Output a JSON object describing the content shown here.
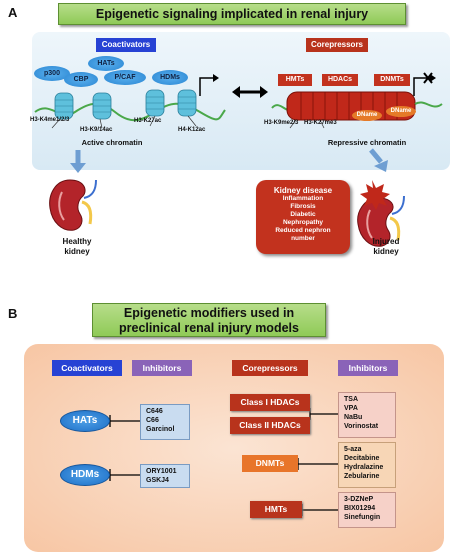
{
  "panel_a": {
    "letter": "A",
    "title": "Epigenetic signaling implicated in renal injury",
    "coactivators_label": "Coactivators",
    "corepressors_label": "Corepressors",
    "coactivator_ellipses": [
      "p300",
      "CBP",
      "HATs",
      "P/CAF",
      "HDMs"
    ],
    "corepressor_boxes": [
      "HMTs",
      "HDACs",
      "DNMTs"
    ],
    "dname_labels": [
      "DName",
      "DName"
    ],
    "active_histones": [
      "H3-K4me1/2/3",
      "H3-K9/14ac",
      "H3-K27ac",
      "H4-K12ac"
    ],
    "repressive_histones": [
      "H3-K9me2/3",
      "H3-K27me3"
    ],
    "active_caption": "Active chromatin",
    "repressive_caption": "Repressive chromatin",
    "healthy_label_line1": "Healthy",
    "healthy_label_line2": "kidney",
    "injured_label_line1": "Injured",
    "injured_label_line2": "kidney",
    "disease_title": "Kidney disease",
    "disease_items": [
      "Inflammation",
      "Fibrosis",
      "Diabetic",
      "Nephropathy",
      "Reduced nephron",
      "number"
    ],
    "colors": {
      "coactivator": "#2742d4",
      "corepressor": "#b8331c",
      "title_green": "#8fca57"
    }
  },
  "panel_b": {
    "letter": "B",
    "title_line1": "Epigenetic modifiers used in",
    "title_line2": "preclinical renal injury models",
    "coactivators_label": "Coactivators",
    "inhibitors_label_left": "Inhibitors",
    "corepressors_label": "Corepressors",
    "inhibitors_label_right": "Inhibitors",
    "hats_label": "HATs",
    "hats_inhibitors": [
      "C646",
      "C66",
      "Garcinol"
    ],
    "hdms_label": "HDMs",
    "hdms_inhibitors": [
      "ORY1001",
      "GSKJ4"
    ],
    "class1_label": "Class I HDACs",
    "class2_label": "Class II HDACs",
    "hdac_inhibitors": [
      "TSA",
      "VPA",
      "NaBu",
      "Vorinostat"
    ],
    "dnmts_label": "DNMTs",
    "dnmt_inhibitors": [
      "5-aza",
      "Decitabine",
      "Hydralazine",
      "Zebularine"
    ],
    "hmts_label": "HMTs",
    "hmt_inhibitors": [
      "3-DZNeP",
      "BIX01294",
      "Sinefungin"
    ]
  }
}
